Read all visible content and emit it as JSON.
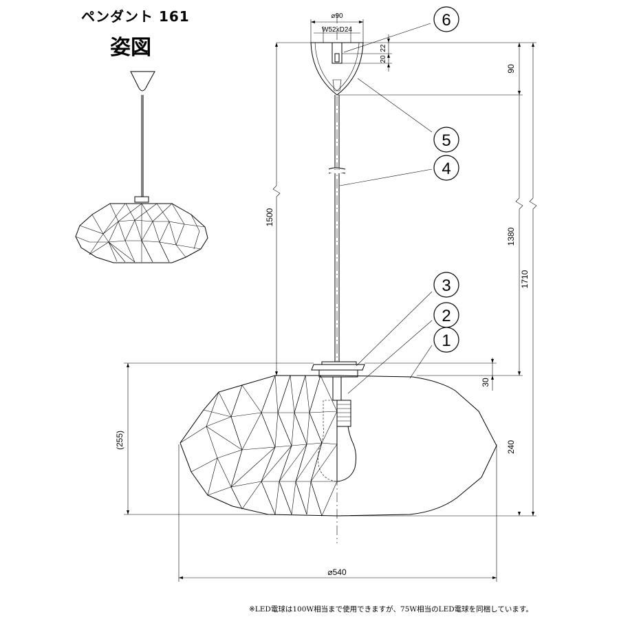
{
  "header": {
    "title": "ペンダント 161",
    "subtitle": "姿図"
  },
  "dimensions": {
    "canopy_diameter": "⌀90",
    "bracket_size": "W52xD24",
    "dim_22": "22",
    "dim_20": "20",
    "dim_90": "90",
    "dim_1500": "1500",
    "dim_1380": "1380",
    "dim_1710": "1710",
    "dim_30": "30",
    "dim_240": "240",
    "dim_255": "(255)",
    "shade_diameter": "⌀540"
  },
  "callouts": [
    "1",
    "2",
    "3",
    "4",
    "5",
    "6"
  ],
  "note": "※LED電球は100W相当まで使用できますが、75W相当のLED電球を同梱しています。"
}
